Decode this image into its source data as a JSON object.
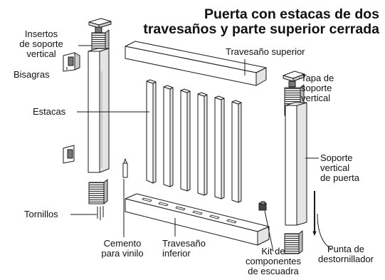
{
  "title": {
    "line1": "Puerta con estacas de dos",
    "line2": "travesaños y parte superior cerrada"
  },
  "labels": {
    "insertos": [
      "Insertos",
      "de soporte",
      "vertical"
    ],
    "bisagras": "Bisagras",
    "estacas": "Estacas",
    "tornillos": "Tornillos",
    "cemento": [
      "Cemento",
      "para vinilo"
    ],
    "travesano_superior": "Travesaño superior",
    "travesano_inferior": [
      "Travesaño",
      "inferior"
    ],
    "kit": [
      "Kit de",
      "componentes",
      "de escuadra"
    ],
    "tapa": [
      "Tapa de",
      "soporte",
      "vertical"
    ],
    "soporte_puerta": [
      "Soporte",
      "vertical",
      "de puerta"
    ],
    "punta": [
      "Punta de",
      "destornillador"
    ]
  },
  "colors": {
    "line": "#1a1a1a",
    "fill": "#ffffff",
    "shade": "#e4e4e4",
    "dark": "#555555"
  }
}
